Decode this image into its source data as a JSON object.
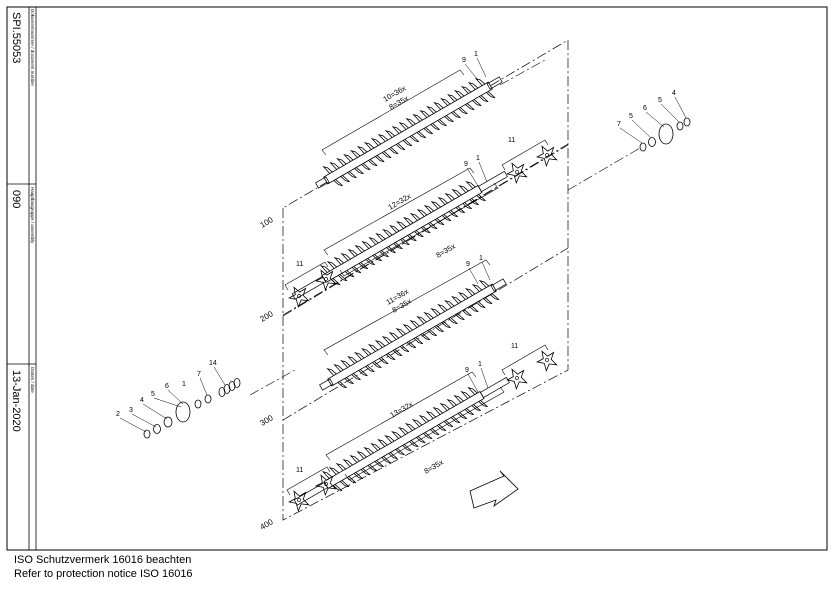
{
  "title_block": {
    "doc_number_label": "Dokumentnummer / document number",
    "doc_number": "SPI.55053",
    "assembly_label": "Hauptbaugruppe / assembly",
    "assembly": "090",
    "date_label": "Datum / date",
    "date": "13-Jan-2020"
  },
  "positions": {
    "p100": "100",
    "p200": "200",
    "p300": "300",
    "p400": "400"
  },
  "rotor_labels": {
    "r1_top": "10=36x",
    "r1_bot": "8=35x",
    "r2_top": "12=32x",
    "r2_bot": "8=35x",
    "r3_top": "11=36x",
    "r3_bot": "8=35x",
    "r4_top": "13=32x",
    "r4_bot": "8=35x"
  },
  "callouts": {
    "c1": "1",
    "c2": "2",
    "c3": "3",
    "c4": "4",
    "c5": "5",
    "c6": "6",
    "c7": "7",
    "c9": "9",
    "c11": "11",
    "c14": "14"
  },
  "footer": {
    "line1": "ISO Schutzvermerk 16016 beachten",
    "line2": "Refer to protection notice ISO 16016"
  }
}
